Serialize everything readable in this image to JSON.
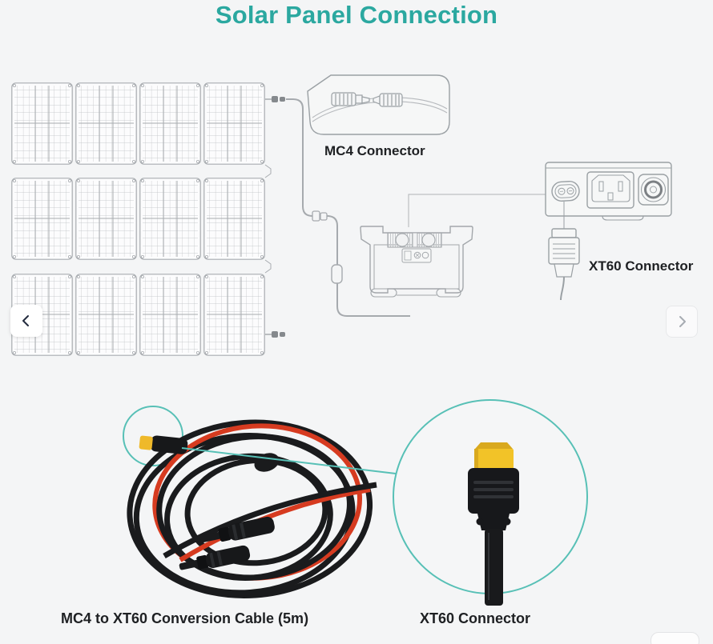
{
  "title": "Solar Panel Connection",
  "colors": {
    "background": "#f4f5f6",
    "title_teal": "#2ba8a0",
    "annotation_teal": "#57c0b6",
    "line_art_gray": "#a6aaae",
    "label_text": "#1e2023",
    "cable_black": "#17181a",
    "cable_red": "#d63b20",
    "xt60_yellow": "#f2c328"
  },
  "diagram": {
    "solar_panel_array": {
      "rows": 3,
      "columns": 4
    },
    "mc4_callout_label": "MC4 Connector",
    "xt60_callout_label": "XT60 Connector"
  },
  "photo": {
    "cable_caption": "MC4 to XT60 Conversion Cable (5m)",
    "connector_caption": "XT60 Connector"
  },
  "carousel": {
    "prev_icon": "chevron-left",
    "next_icon": "chevron-right"
  }
}
